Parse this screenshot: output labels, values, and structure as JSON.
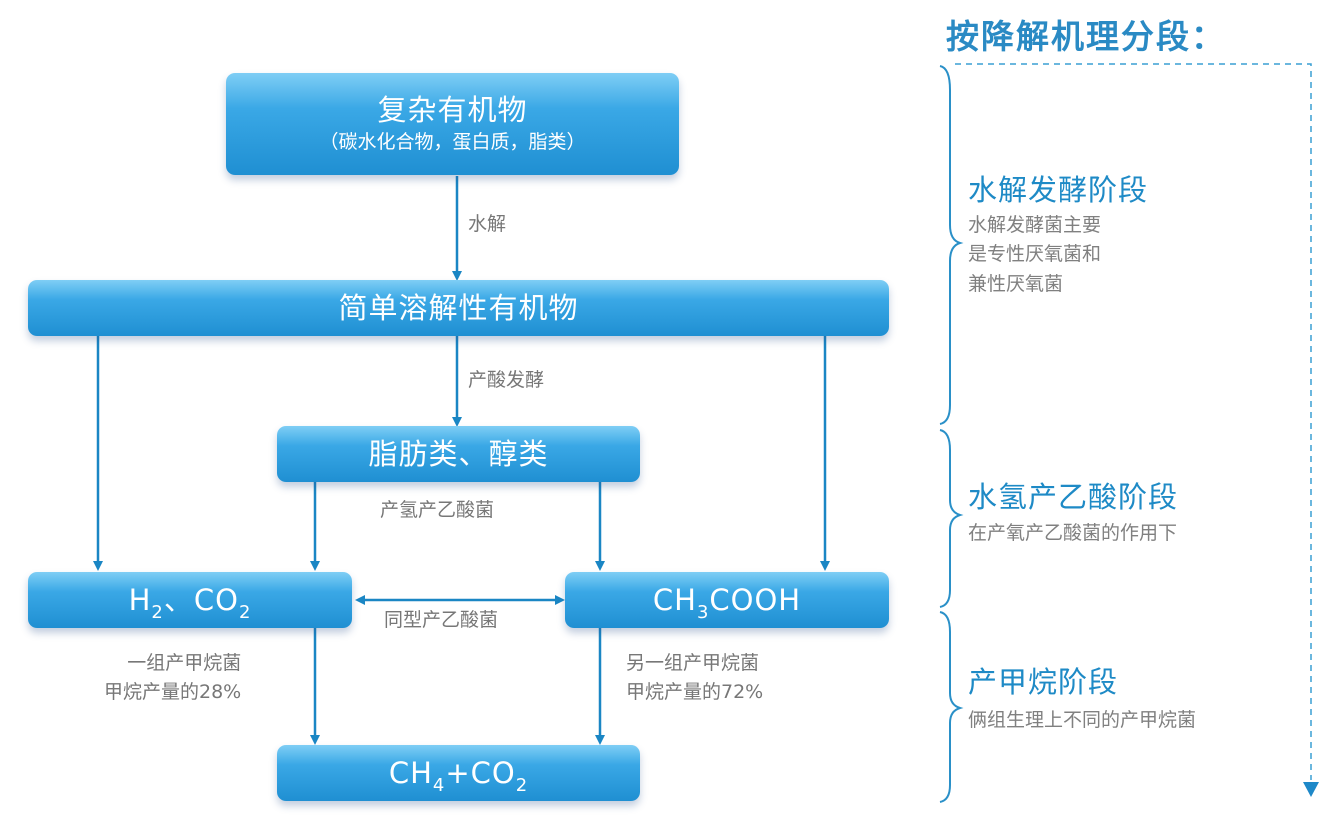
{
  "flowchart": {
    "nodes": {
      "complex_organics": {
        "title": "复杂有机物",
        "subtitle": "（碳水化合物，蛋白质，脂类）"
      },
      "simple_soluble": {
        "title": "简单溶解性有机物"
      },
      "fats_alcohols": {
        "title": "脂肪类、醇类"
      },
      "h2_co2": {
        "parts": [
          "H",
          "2",
          "、CO",
          "2"
        ]
      },
      "acetic_acid": {
        "parts": [
          "CH",
          "3",
          "COOH"
        ]
      },
      "methane_co2": {
        "parts": [
          "CH",
          "4",
          "+CO",
          "2"
        ]
      }
    },
    "edge_labels": {
      "hydrolysis": "水解",
      "acidogenic_fermentation": "产酸发酵",
      "hydrogen_acetogens": "产氢产乙酸菌",
      "homoacetogens": "同型产乙酸菌",
      "group1_line1": "一组产甲烷菌",
      "group1_line2": "甲烷产量的28%",
      "group2_line1": "另一组产甲烷菌",
      "group2_line2": "甲烷产量的72%"
    },
    "methane_share": {
      "from_h2_co2": "28%",
      "from_acetic_acid": "72%"
    }
  },
  "stages_panel": {
    "heading": "按降解机理分段：",
    "stages": [
      {
        "title": "水解发酵阶段",
        "desc": [
          "水解发酵菌主要",
          "是专性厌氧菌和",
          "兼性厌氧菌"
        ]
      },
      {
        "title": "水氢产乙酸阶段",
        "desc": [
          "在产氧产乙酸菌的作用下"
        ]
      },
      {
        "title": "产甲烷阶段",
        "desc": [
          "俩组生理上不同的产甲烷菌"
        ]
      }
    ]
  },
  "colors": {
    "box_gradient_top": "#7fcef5",
    "box_gradient_bottom": "#1f8fd2",
    "arrow": "#1a86c4",
    "stage_title": "#1e8ac6",
    "label_gray": "#777777"
  }
}
